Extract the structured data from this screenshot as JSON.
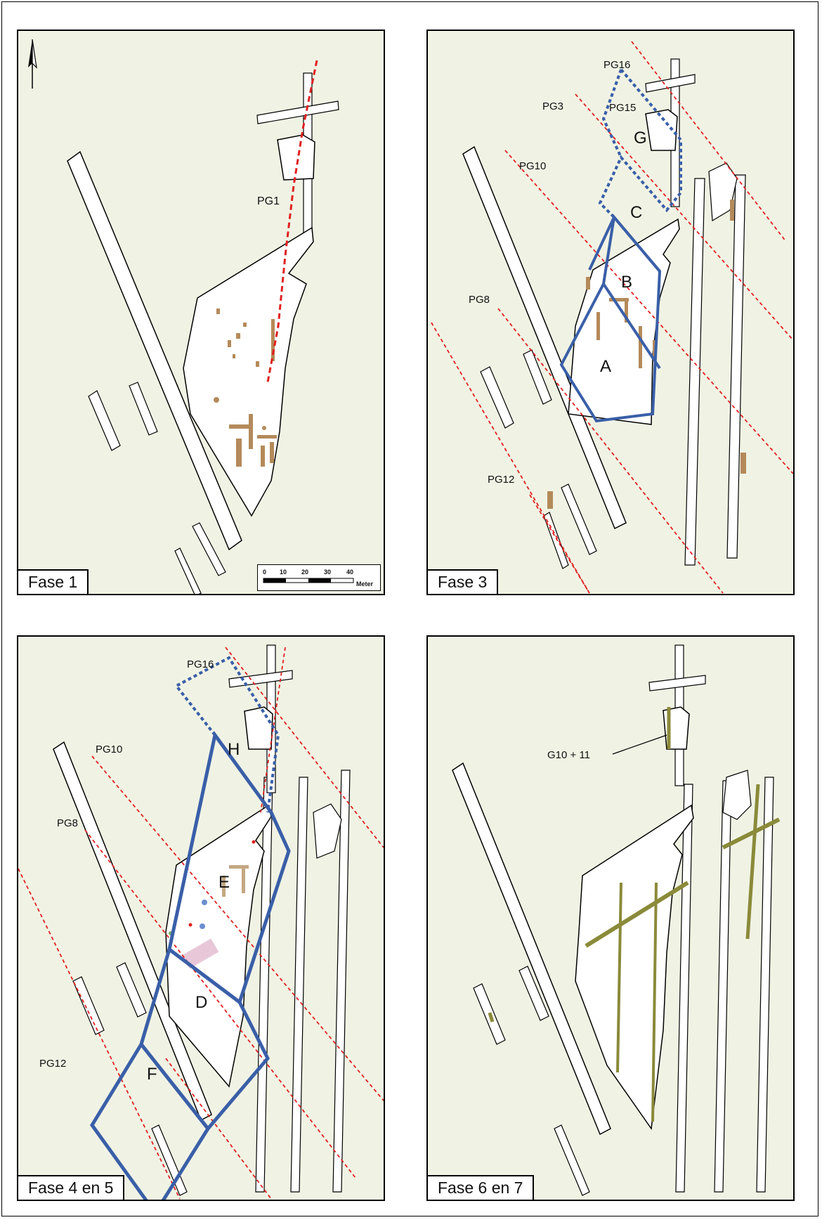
{
  "panels": [
    {
      "id": "fase-1",
      "label": "Fase 1"
    },
    {
      "id": "fase-3",
      "label": "Fase 3"
    },
    {
      "id": "fase-4-5",
      "label": "Fase 4 en 5"
    },
    {
      "id": "fase-6-7",
      "label": "Fase 6 en 7"
    }
  ],
  "fase1": {
    "north_arrow": "north-arrow-icon",
    "pg_labels": [
      "PG1"
    ],
    "scale": {
      "ticks": [
        "0",
        "10",
        "20",
        "30",
        "40"
      ],
      "unit": "Meter"
    }
  },
  "fase3": {
    "pg_labels": [
      "PG16",
      "PG15",
      "PG3",
      "PG10",
      "PG8",
      "PG12"
    ],
    "zones": [
      "G",
      "C",
      "B",
      "A"
    ]
  },
  "fase45": {
    "pg_labels": [
      "PG16",
      "PG10",
      "PG8",
      "PG12"
    ],
    "zones": [
      "H",
      "E",
      "D",
      "F"
    ]
  },
  "fase67": {
    "annotation": "G10 + 11"
  },
  "colors": {
    "background": "#f0f3e4",
    "excavation": "#ffffff",
    "feature": "#b48a5a",
    "zone_outline": "#3a5fa8",
    "pg_line": "#e02020",
    "ditch": "#8a8a3a"
  }
}
